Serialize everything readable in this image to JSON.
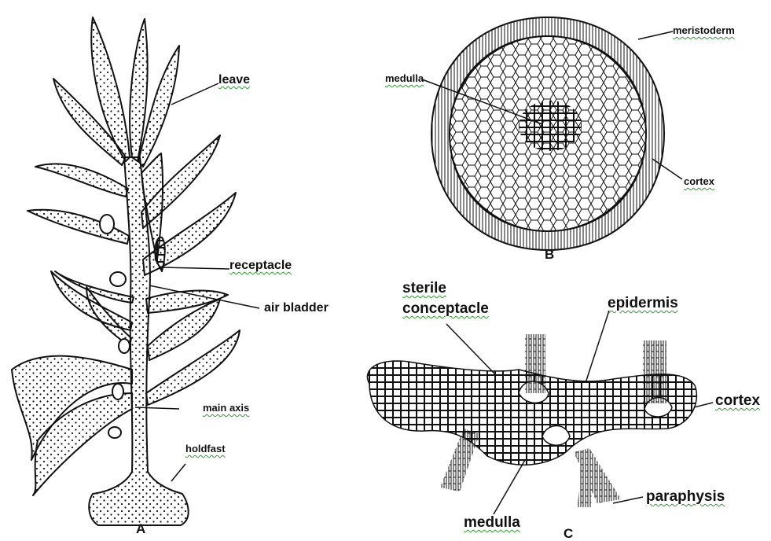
{
  "panels": {
    "a": "A",
    "b": "B",
    "c": "C"
  },
  "labels_a": {
    "leave": "leave",
    "receptacle": "receptacle",
    "air_bladder": "air bladder",
    "main_axis": "main axis",
    "holdfast": "holdfast"
  },
  "labels_b": {
    "meristoderm": "meristoderm",
    "medulla": "medulla",
    "cortex": "cortex"
  },
  "labels_c": {
    "sterile": "sterile",
    "conceptacle": "conceptacle",
    "epidermis": "epidermis",
    "cortex": "cortex",
    "paraphysis": "paraphysis",
    "medulla": "medulla"
  },
  "colors": {
    "ink": "#111111",
    "spell_underline": "#2e9a2e",
    "background": "#ffffff"
  }
}
